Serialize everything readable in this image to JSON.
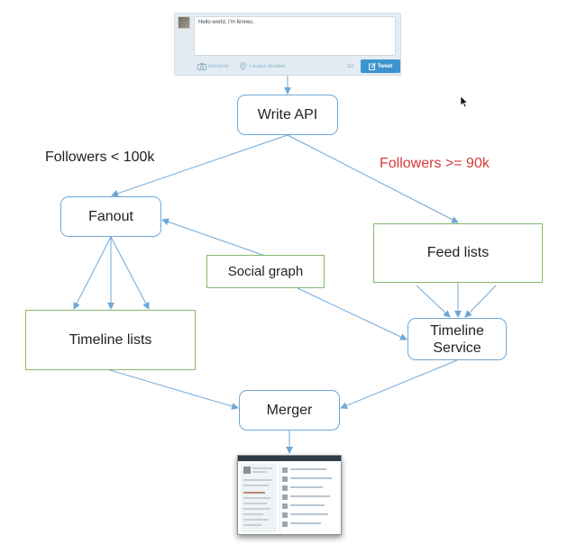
{
  "tweet_box": {
    "text": "Hello world, I'm fennec.",
    "add_photo": "Add photo",
    "location": "Location disabled",
    "char_count": "116",
    "tweet_button": "Tweet"
  },
  "nodes": {
    "write_api": "Write API",
    "fanout": "Fanout",
    "feed_lists": "Feed lists",
    "social_graph": "Social graph",
    "timeline_lists": "Timeline lists",
    "timeline_service_line1": "Timeline",
    "timeline_service_line2": "Service",
    "merger": "Merger"
  },
  "labels": {
    "followers_low": "Followers < 100k",
    "followers_high": "Followers >= 90k"
  },
  "colors": {
    "arrow": "#6fa8d8",
    "blue_box_border": "#6fa8d8",
    "green_box_border": "#86b86b",
    "highlight_label": "#d63a36",
    "tweet_button": "#3d94cc"
  },
  "icons": {
    "tweet_avatar": "avatar-image",
    "camera": "camera-icon",
    "location": "location-pin-icon",
    "compose": "compose-icon",
    "result": "twitter-home-timeline-thumbnail"
  }
}
